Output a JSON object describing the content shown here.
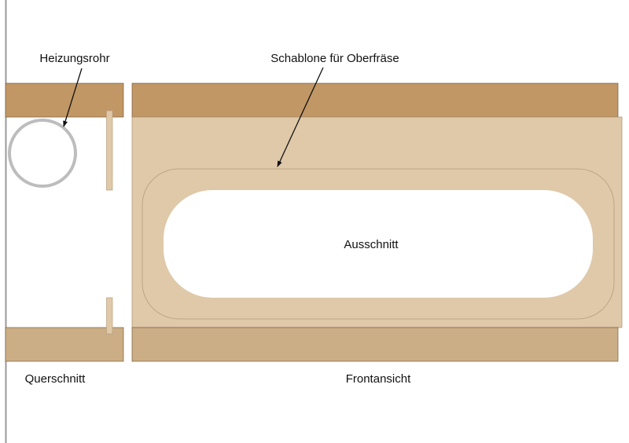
{
  "labels": {
    "pipe": "Heizungsrohr",
    "template": "Schablone für Oberfräse",
    "cutout": "Ausschnitt",
    "cross_section": "Querschnitt",
    "front_view": "Frontansicht"
  },
  "colors": {
    "board_top": "#c19766",
    "board_bottom": "#cbae86",
    "template": "#dfc9a9",
    "pipe": "#bdbdbd",
    "wall_line": "#999999"
  }
}
